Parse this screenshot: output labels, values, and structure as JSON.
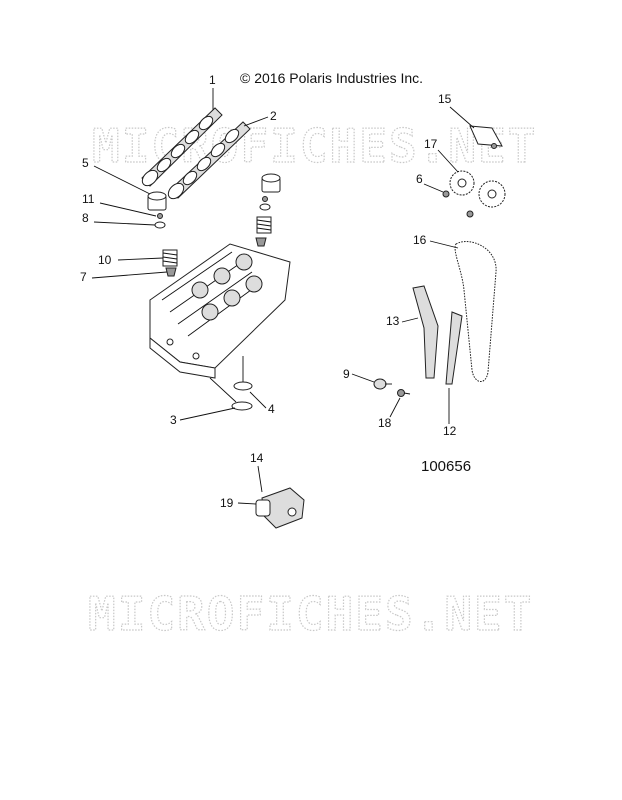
{
  "copyright": "© 2016 Polaris Industries Inc.",
  "watermark": "MICROFICHES.NET",
  "reference_number": "100656",
  "callouts": [
    "1",
    "2",
    "3",
    "4",
    "5",
    "6",
    "7",
    "8",
    "9",
    "10",
    "11",
    "12",
    "13",
    "14",
    "15",
    "16",
    "17",
    "18",
    "19"
  ]
}
